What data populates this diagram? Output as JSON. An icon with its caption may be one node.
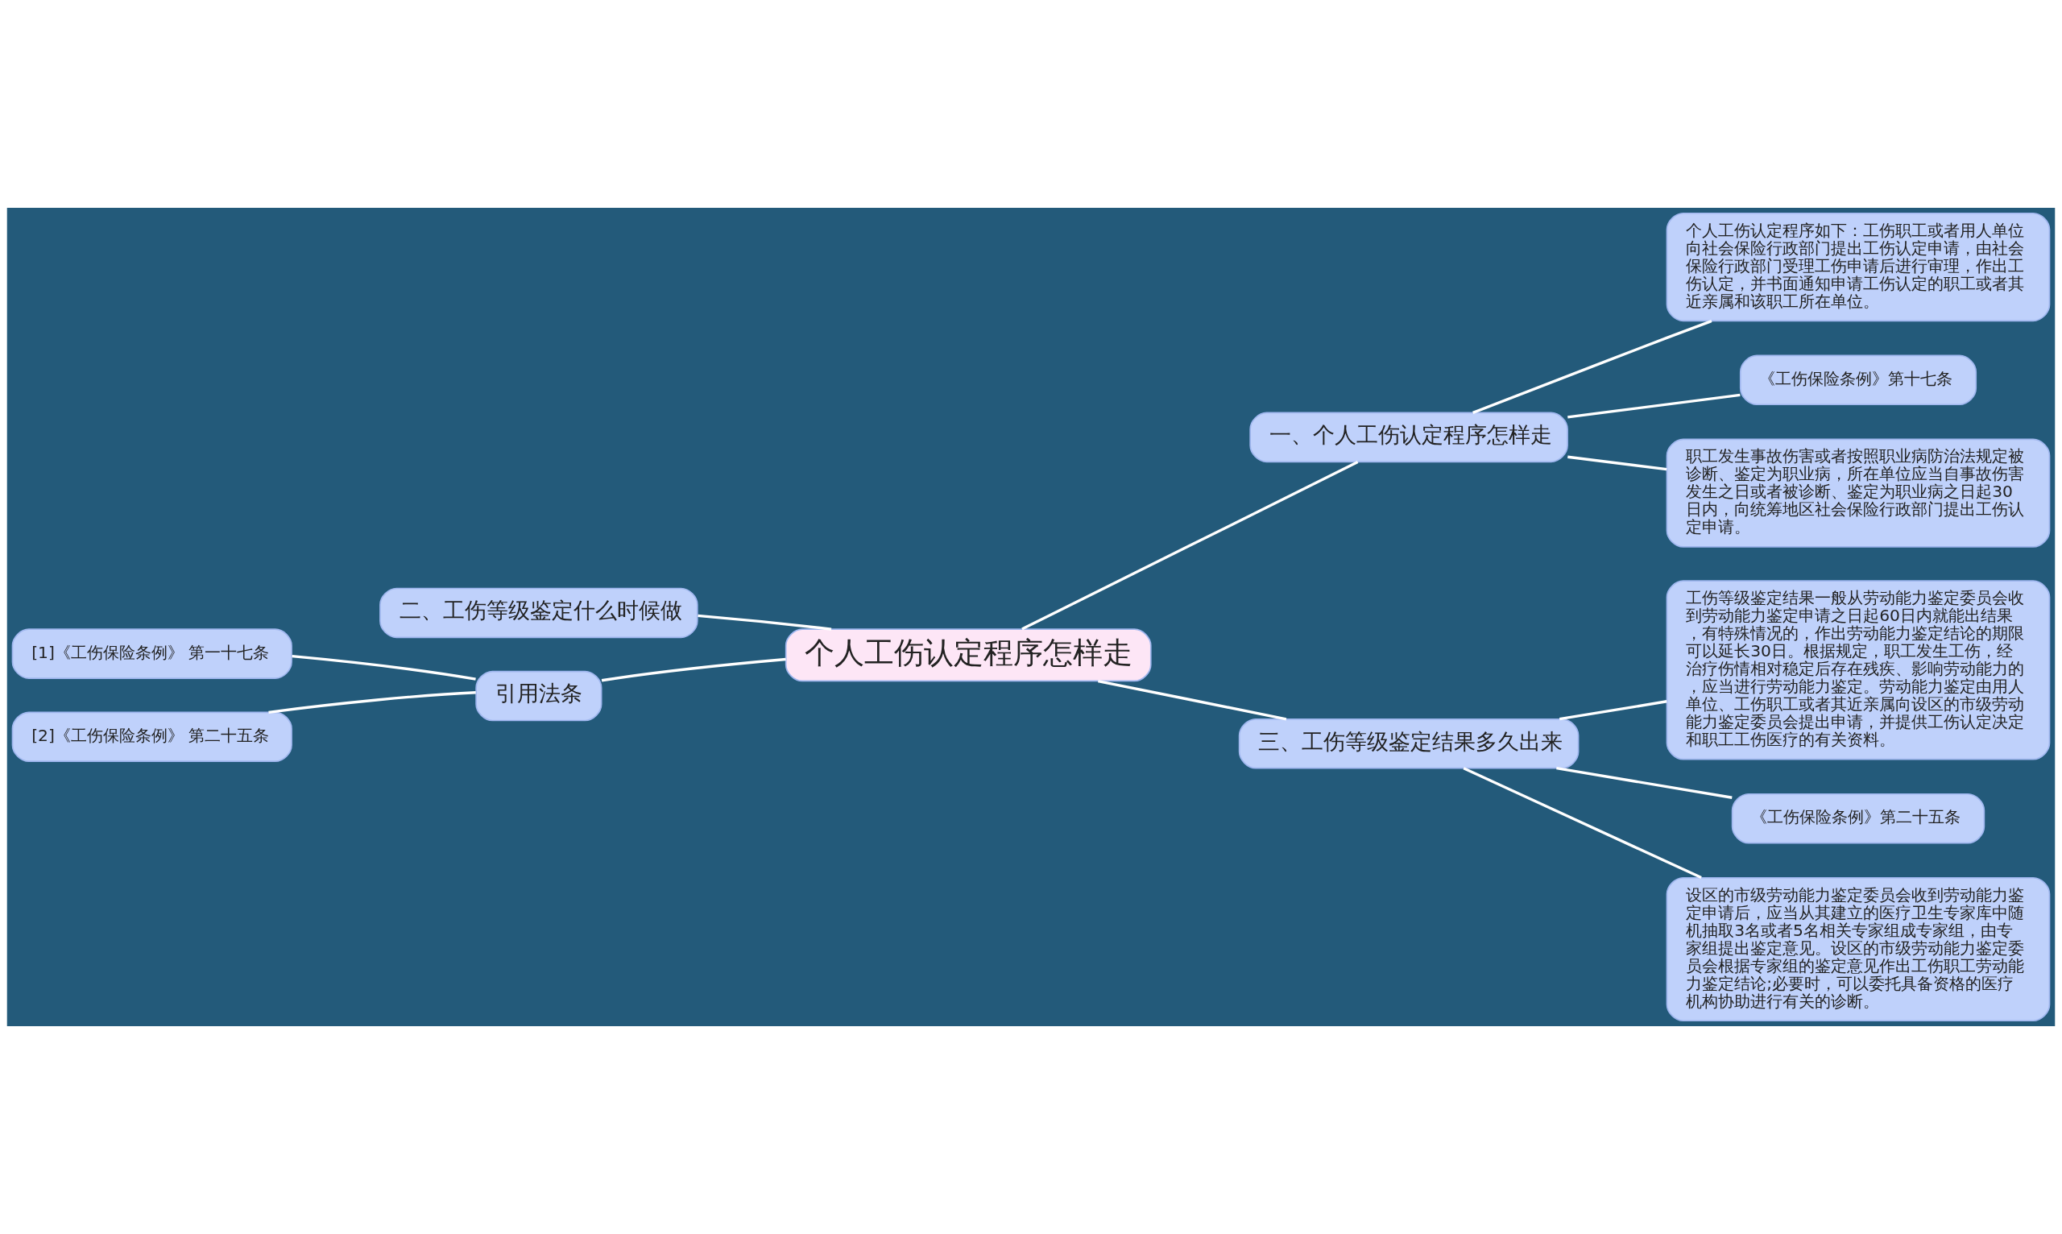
{
  "diagram": {
    "nodes": [
      {
        "text": [
          "个人工伤认定程序怎样走"
        ]
      },
      {
        "text": [
          "一、个人工伤认定程序怎样走"
        ]
      },
      {
        "text": [
          "个人工伤认定程序如下：工伤职工或者用人单位向社会保险行政部门提出工伤认定申请，由社会保险行政部门受理工伤申请后进行审理，作出工伤认定，并书面通知申请工伤认定的职工或者其近亲属和该职工所在单位。"
        ]
      },
      {
        "text": [
          "《工伤保险条例》第十七条"
        ]
      },
      {
        "text": [
          "职工发生事故伤害或者按照职业病防治法规定被诊断、鉴定为职业病，所在单位应当自事故伤害发生之日或者被诊断、鉴定为职业病之日起30日内，向统筹地区社会保险行政部门提出工伤认定申请。"
        ]
      },
      {
        "text": [
          "二、工伤等级鉴定什么时候做"
        ]
      },
      {
        "text": [
          "引用法条"
        ]
      },
      {
        "text": [
          "[1]《工伤保险条例》 第一十七条"
        ]
      },
      {
        "text": [
          "[2]《工伤保险条例》 第二十五条"
        ]
      },
      {
        "text": [
          "三、工伤等级鉴定结果多久出来"
        ]
      },
      {
        "text": [
          "工伤等级鉴定结果一般从劳动能力鉴定委员会收到劳动能力鉴定申请之日起60日内就能出结果，有特殊情况的，作出劳动能力鉴定结论的期限可以延长30日。根据规定，职工发生工伤，经治疗伤情相对稳定后存在残疾、影响劳动能力的，应当进行劳动能力鉴定。劳动能力鉴定由用人单位、工伤职工或者其近亲属向设区的市级劳动能力鉴定委员会提出申请，并提供工伤认定决定和职工工伤医疗的有关资料。"
        ]
      },
      {
        "text": [
          "《工伤保险条例》第二十五条"
        ]
      },
      {
        "text": [
          "设区的市级劳动能力鉴定委员会收到劳动能力鉴定申请后，应当从其建立的医疗卫生专家库中随机抽取3名或者5名相关专家组成专家组，由专家组提出鉴定意见。设区的市级劳动能力鉴定委员会根据专家组的鉴定意见作出工伤职工劳动能力鉴定结论;必要时，可以委托具备资格的医疗机构协助进行有关的诊断。"
        ]
      }
    ],
    "edges": [
      {
        "from": 0,
        "to": 1,
        "arrow": "none"
      },
      {
        "from": 1,
        "to": 2,
        "arrow": "none"
      },
      {
        "from": 1,
        "to": 3,
        "arrow": "none"
      },
      {
        "from": 1,
        "to": 4,
        "arrow": "none"
      },
      {
        "from": 0,
        "to": 5,
        "arrow": "none"
      },
      {
        "from": 0,
        "to": 6,
        "arrow": "none"
      },
      {
        "from": 6,
        "to": 7,
        "arrow": "none"
      },
      {
        "from": 6,
        "to": 8,
        "arrow": "none"
      },
      {
        "from": 0,
        "to": 9,
        "arrow": "none"
      },
      {
        "from": 9,
        "to": 10,
        "arrow": "none"
      },
      {
        "from": 9,
        "to": 11,
        "arrow": "none"
      },
      {
        "from": 9,
        "to": 12,
        "arrow": "none"
      }
    ]
  }
}
